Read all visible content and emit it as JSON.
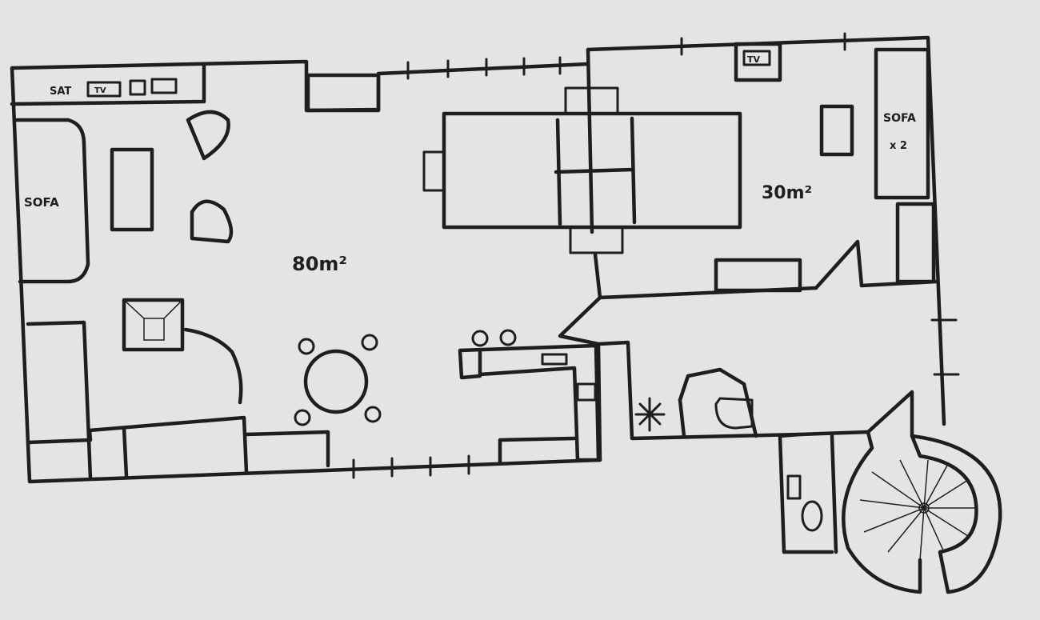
{
  "title": "Hand-drawn apartment floor plan",
  "living_room": {
    "area_label": "80m²",
    "media_unit": {
      "sat_label": "SAT",
      "tv_label": "TV"
    },
    "sofa_label": "SOFA"
  },
  "second_room": {
    "area_label": "30m²",
    "tv_label": "TV",
    "sofa_label": "SOFA",
    "sofa_count": "x 2"
  },
  "colors": {
    "paper": "#e4e4e4",
    "ink": "#1e1e1e"
  }
}
